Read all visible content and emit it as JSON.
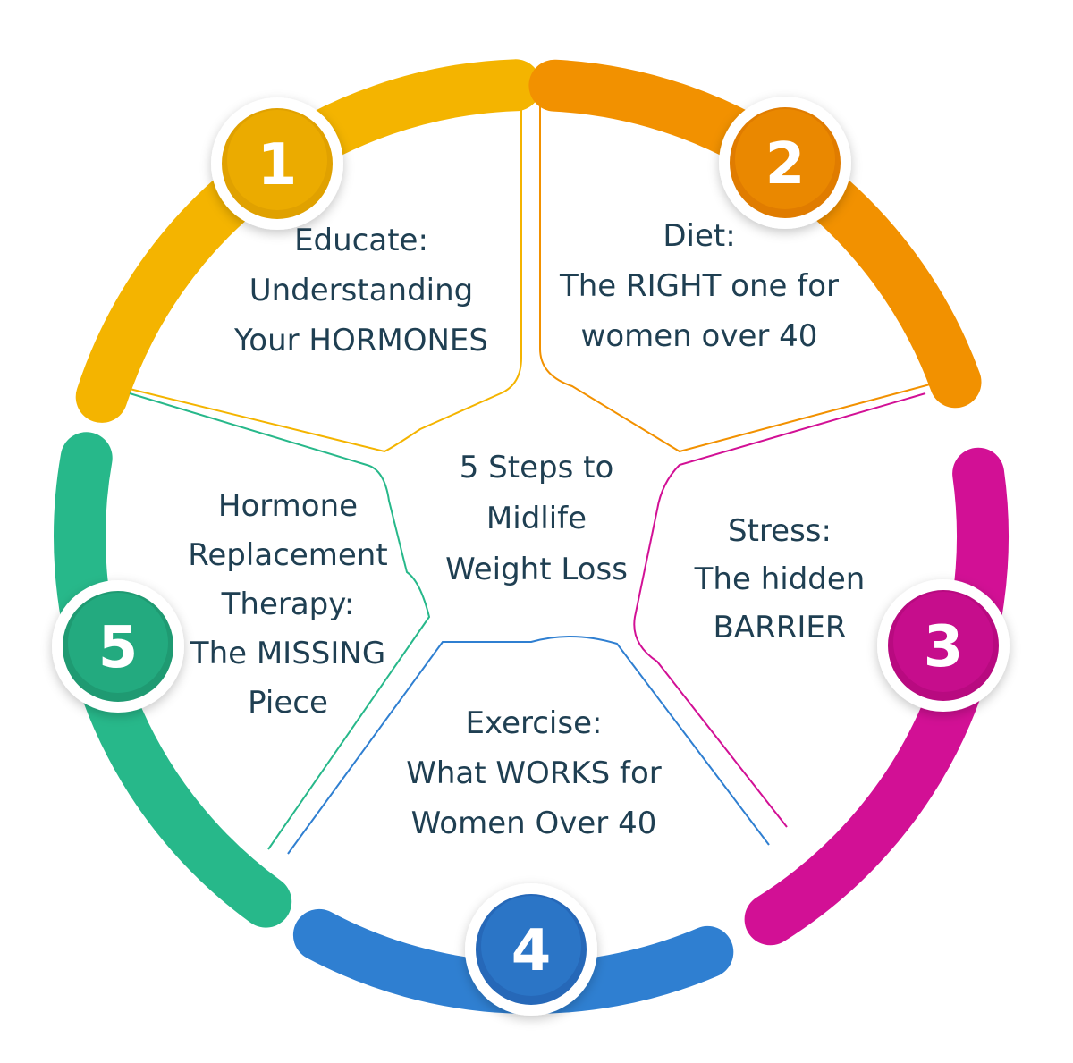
{
  "center": {
    "lines": [
      "5 Steps to",
      "Midlife",
      "Weight Loss"
    ]
  },
  "steps": [
    {
      "number": "1",
      "color": "#f4b400",
      "dark": "#e0a100",
      "lines": [
        "Educate:",
        "Understanding",
        "Your HORMONES"
      ]
    },
    {
      "number": "2",
      "color": "#f29100",
      "dark": "#e07c00",
      "lines": [
        "Diet:",
        "The RIGHT one for",
        "women over 40"
      ]
    },
    {
      "number": "3",
      "color": "#d21095",
      "dark": "#b80a80",
      "lines": [
        "Stress:",
        "The hidden",
        "BARRIER"
      ]
    },
    {
      "number": "4",
      "color": "#2f7fd1",
      "dark": "#2668b8",
      "lines": [
        "Exercise:",
        "What WORKS for",
        "Women Over 40"
      ]
    },
    {
      "number": "5",
      "color": "#27b88a",
      "dark": "#1f9a72",
      "lines": [
        "Hormone",
        "Replacement",
        "Therapy:",
        "The MISSING",
        "Piece"
      ]
    }
  ]
}
